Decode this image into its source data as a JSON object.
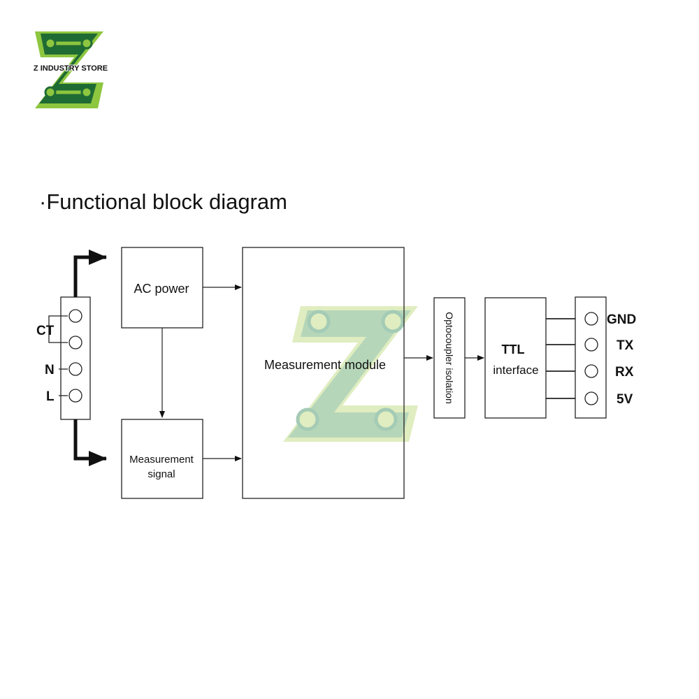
{
  "logo": {
    "brand_text": "Z INDUSTRY STORE",
    "colors": {
      "dark": "#1f6b34",
      "light": "#8dc63f"
    }
  },
  "heading": {
    "bullet": "·",
    "title": "Functional block diagram"
  },
  "blocks": {
    "ac_power": "AC power",
    "measurement_signal": [
      "Measurement",
      "signal"
    ],
    "measurement_module": "Measurement module",
    "optocoupler": "Optocoupler isolation",
    "ttl_interface": [
      "TTL",
      "interface"
    ]
  },
  "input_terminal": {
    "labels": [
      "CT",
      "N",
      "L"
    ]
  },
  "output_terminal": {
    "labels": [
      "GND",
      "TX",
      "RX",
      "5V"
    ]
  },
  "watermark": {
    "colors": {
      "dark": "#5aa27a",
      "light": "#c8e08e"
    }
  }
}
